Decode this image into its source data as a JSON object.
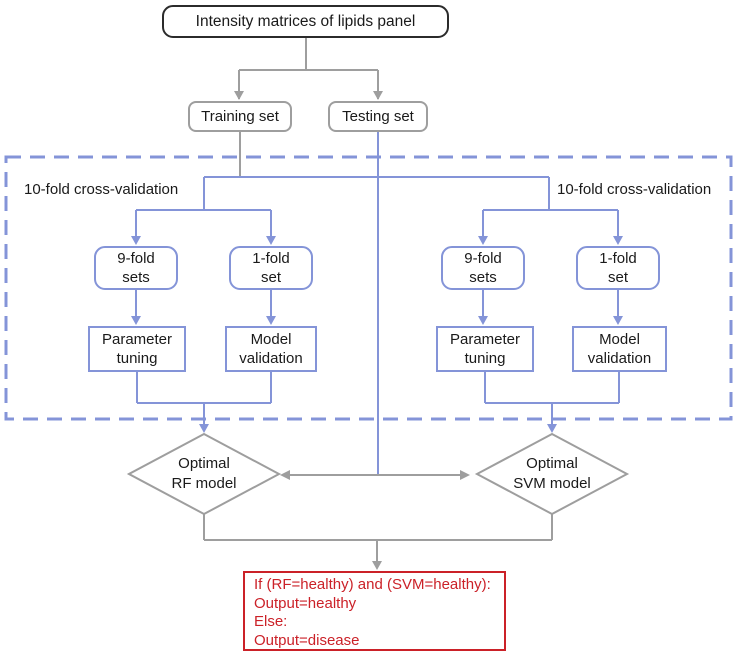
{
  "colors": {
    "connector_blue": "#8494d8",
    "connector_gray": "#9e9e9e",
    "rule_red": "#cb2128",
    "text_black": "#1a1a1a"
  },
  "root": {
    "label": "Intensity matrices of  lipids panel"
  },
  "datasets": {
    "training": "Training set",
    "testing": "Testing set"
  },
  "cv_left": {
    "label": "10-fold cross-validation",
    "nine_fold": "9-fold\nsets",
    "one_fold": "1-fold\nset",
    "param_tuning": "Parameter\ntuning",
    "model_validation": "Model\nvalidation"
  },
  "cv_right": {
    "label": "10-fold cross-validation",
    "nine_fold": "9-fold\nsets",
    "one_fold": "1-fold\nset",
    "param_tuning": "Parameter\ntuning",
    "model_validation": "Model\nvalidation"
  },
  "decisions": {
    "rf": "Optimal\nRF model",
    "svm": "Optimal\nSVM model"
  },
  "output_rule": {
    "line1": "If (RF=healthy) and (SVM=healthy):",
    "line2": "Output=healthy",
    "line3": "Else:",
    "line4": "Output=disease"
  }
}
